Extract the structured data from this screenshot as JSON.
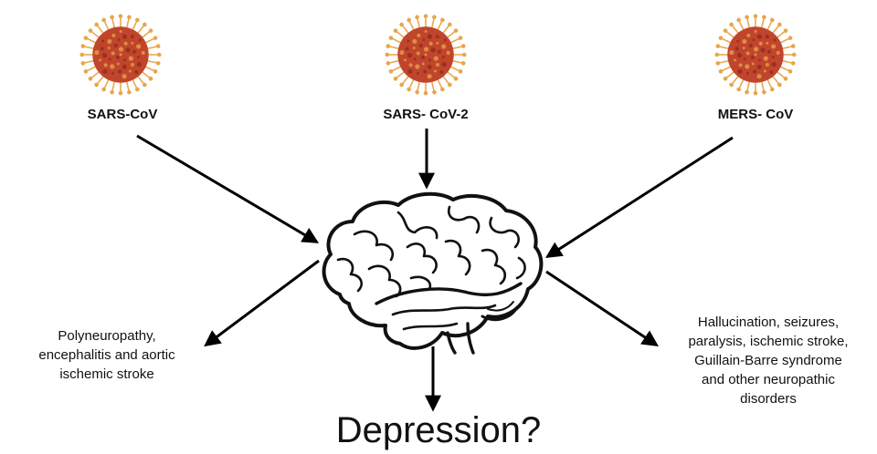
{
  "viruses": [
    {
      "label": "SARS-CoV"
    },
    {
      "label": "SARS- CoV-2"
    },
    {
      "label": "MERS- CoV"
    }
  ],
  "effects": {
    "left": [
      "Polyneuropathy,",
      "encephalitis and aortic",
      "ischemic stroke"
    ],
    "right": [
      "Hallucination, seizures,",
      "paralysis, ischemic stroke,",
      "Guillain-Barre syndrome",
      "and other neuropathic",
      "disorders"
    ]
  },
  "outcome": "Depression?",
  "colors": {
    "virus_body": "#c0452c",
    "virus_dark": "#8f2a1a",
    "spike": "#e8a64a",
    "arrow": "#000000"
  },
  "icons": {
    "virus": "coronavirus-icon",
    "brain": "brain-icon"
  }
}
